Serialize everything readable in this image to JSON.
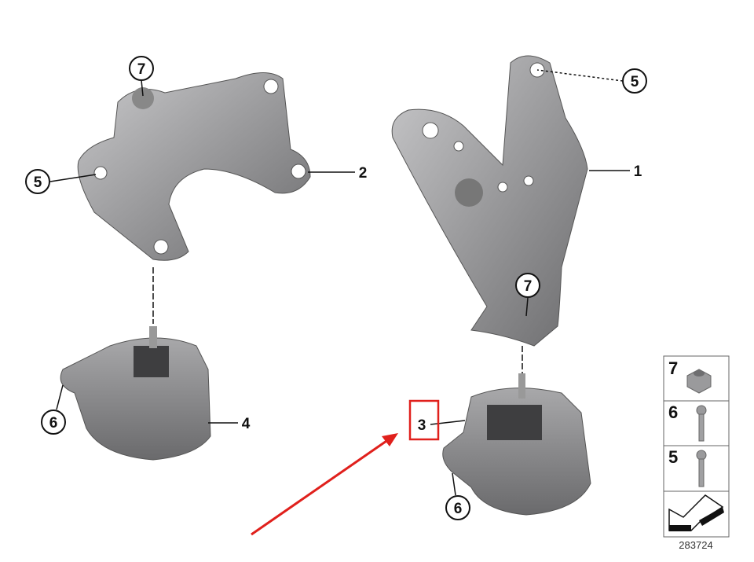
{
  "diagram": {
    "parts": [
      {
        "number": "1",
        "name": "right-engine-bracket"
      },
      {
        "number": "2",
        "name": "left-engine-bracket"
      },
      {
        "number": "3",
        "name": "right-engine-mount"
      },
      {
        "number": "4",
        "name": "left-engine-mount"
      }
    ],
    "callouts": {
      "left_top_7": "7",
      "left_5": "5",
      "left_6": "6",
      "right_7": "7",
      "right_5": "5",
      "right_6": "6"
    },
    "highlight": {
      "part": "3",
      "color": "#e0201c"
    },
    "legend": [
      {
        "number": "7",
        "icon": "flange-nut-icon"
      },
      {
        "number": "6",
        "icon": "bolt-icon"
      },
      {
        "number": "5",
        "icon": "bolt-icon"
      },
      {
        "number": "",
        "icon": "arrow-icon"
      }
    ],
    "diagram_code": "283724"
  }
}
